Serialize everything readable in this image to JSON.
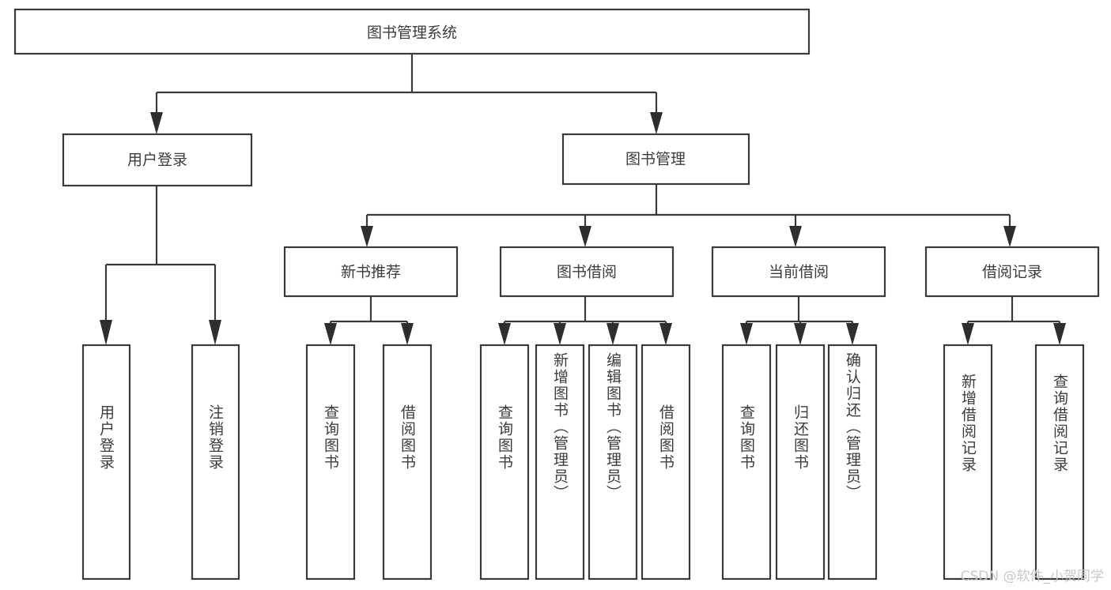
{
  "diagram": {
    "type": "tree-hierarchy",
    "orientation": "top-down",
    "title": "图书管理系统",
    "colors": {
      "box_stroke": "#3a3a3a",
      "box_fill": "#ffffff",
      "connector": "#3a3a3a",
      "label_text": "#3c3c3c",
      "watermark": "#c8c8c8",
      "canvas": "#ffffff"
    },
    "root": {
      "label": "图书管理系统"
    },
    "level2": [
      {
        "label": "用户登录"
      },
      {
        "label": "图书管理"
      }
    ],
    "level3": [
      {
        "label": "新书推荐"
      },
      {
        "label": "图书借阅"
      },
      {
        "label": "当前借阅"
      },
      {
        "label": "借阅记录"
      }
    ],
    "leaves": {
      "user_login": [
        {
          "label": "用户登录"
        },
        {
          "label": "注销登录"
        }
      ],
      "new_book_recommend": [
        {
          "label": "查询图书"
        },
        {
          "label": "借阅图书"
        }
      ],
      "book_borrow": [
        {
          "label": "查询图书"
        },
        {
          "label": "新增图书（管理员）"
        },
        {
          "label": "编辑图书（管理员）"
        },
        {
          "label": "借阅图书"
        }
      ],
      "current_borrow": [
        {
          "label": "查询图书"
        },
        {
          "label": "归还图书"
        },
        {
          "label": "确认归还（管理员）"
        }
      ],
      "borrow_records": [
        {
          "label": "新增借阅记录"
        },
        {
          "label": "查询借阅记录"
        }
      ]
    }
  },
  "watermark": {
    "text": "CSDN @软件_小贺同学"
  }
}
